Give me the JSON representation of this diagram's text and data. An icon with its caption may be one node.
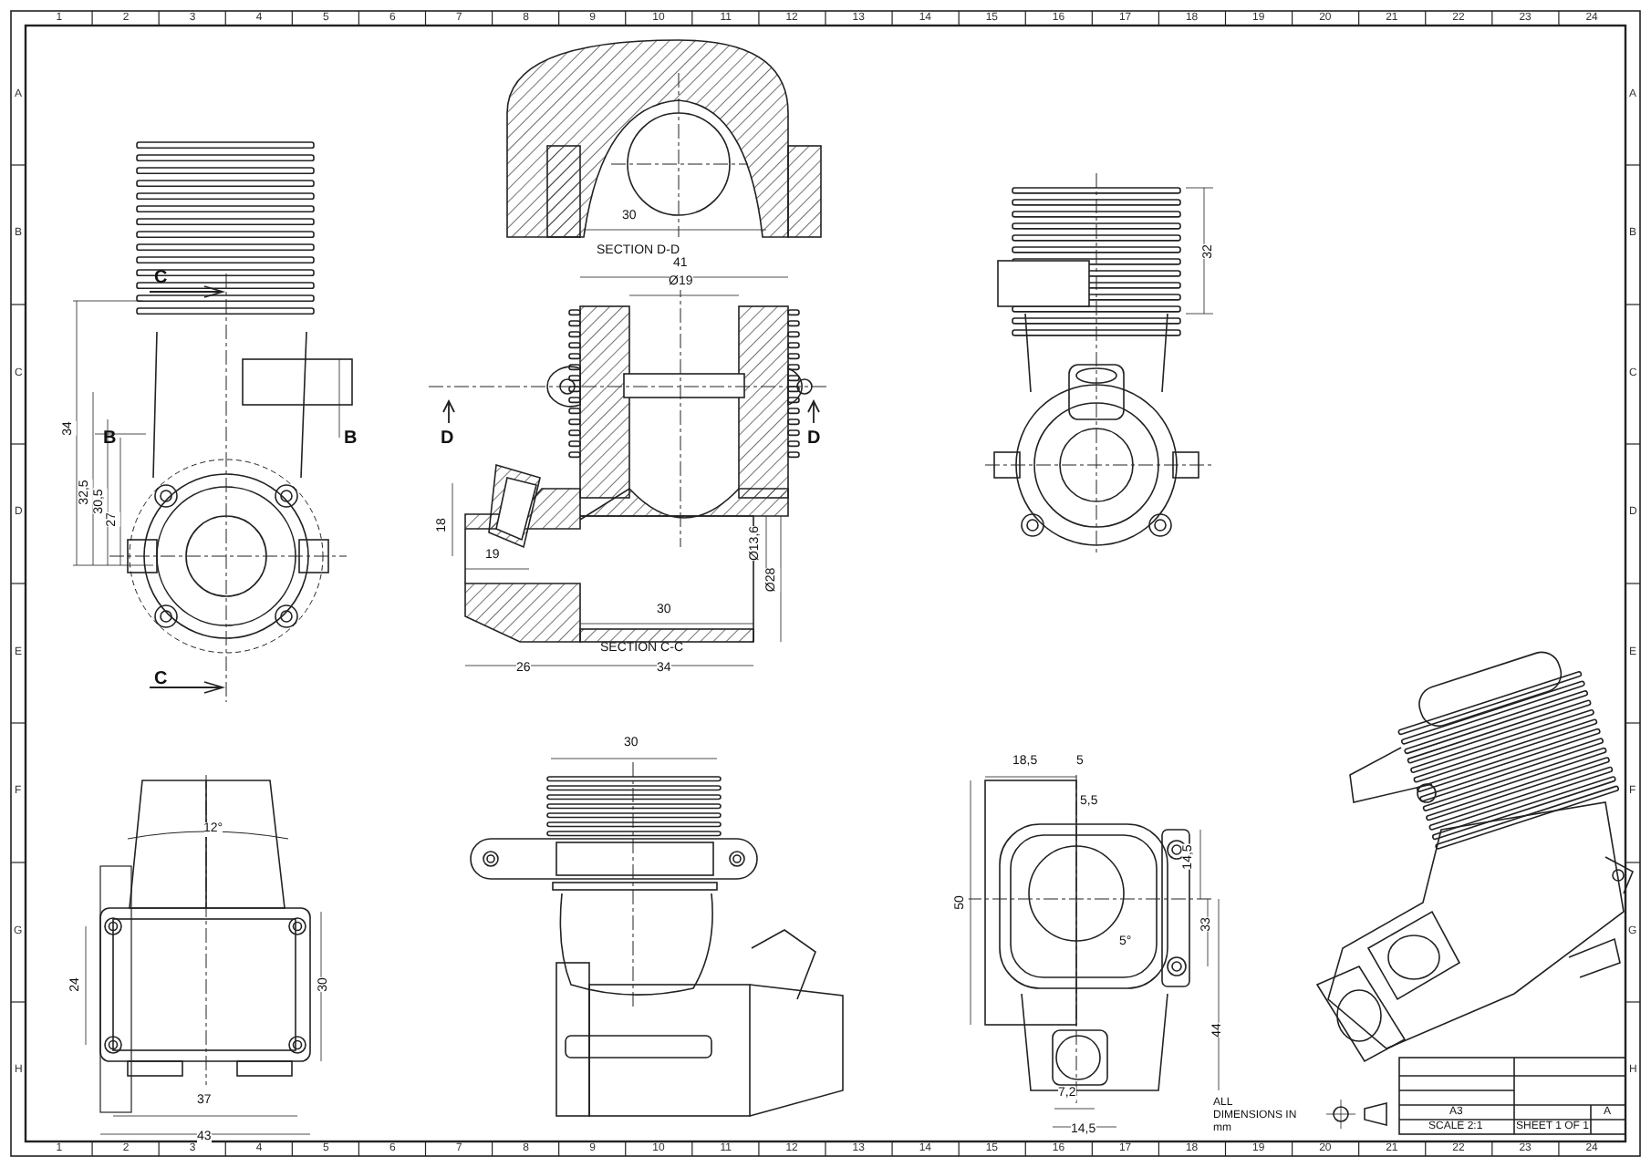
{
  "diagram": {
    "labels": [
      "C",
      "B",
      "B",
      "C",
      "34",
      "32,5",
      "30,5",
      "27",
      "30",
      "SECTION D-D",
      "41",
      "Ø19",
      "D",
      "D",
      "18",
      "26",
      "34",
      "30",
      "Ø13,6",
      "Ø28",
      "SECTION C-C",
      "19",
      "32",
      "24",
      "30",
      "37",
      "43",
      "12°",
      "30",
      "18,5",
      "5",
      "5,5",
      "50",
      "14,5",
      "33",
      "44",
      "5°",
      "7,2",
      "14,5",
      "ALL DIMENSIONS IN mm",
      "A3",
      "SCALE 2:1",
      "SHEET 1 OF 1",
      "A",
      "1",
      "2",
      "3",
      "4",
      "5",
      "6",
      "7",
      "8",
      "9",
      "10",
      "11",
      "12",
      "13",
      "14",
      "15",
      "16",
      "17",
      "18",
      "19",
      "20",
      "21",
      "22",
      "23",
      "24",
      "1",
      "2",
      "3",
      "4",
      "5",
      "6",
      "7",
      "8",
      "9",
      "10",
      "11",
      "12",
      "13",
      "14",
      "15",
      "16",
      "17",
      "18",
      "19",
      "20",
      "21",
      "22",
      "23",
      "24",
      "A",
      "B",
      "C",
      "D",
      "E",
      "F",
      "G",
      "H",
      "A",
      "B",
      "C",
      "D",
      "E",
      "F",
      "G",
      "H"
    ]
  }
}
